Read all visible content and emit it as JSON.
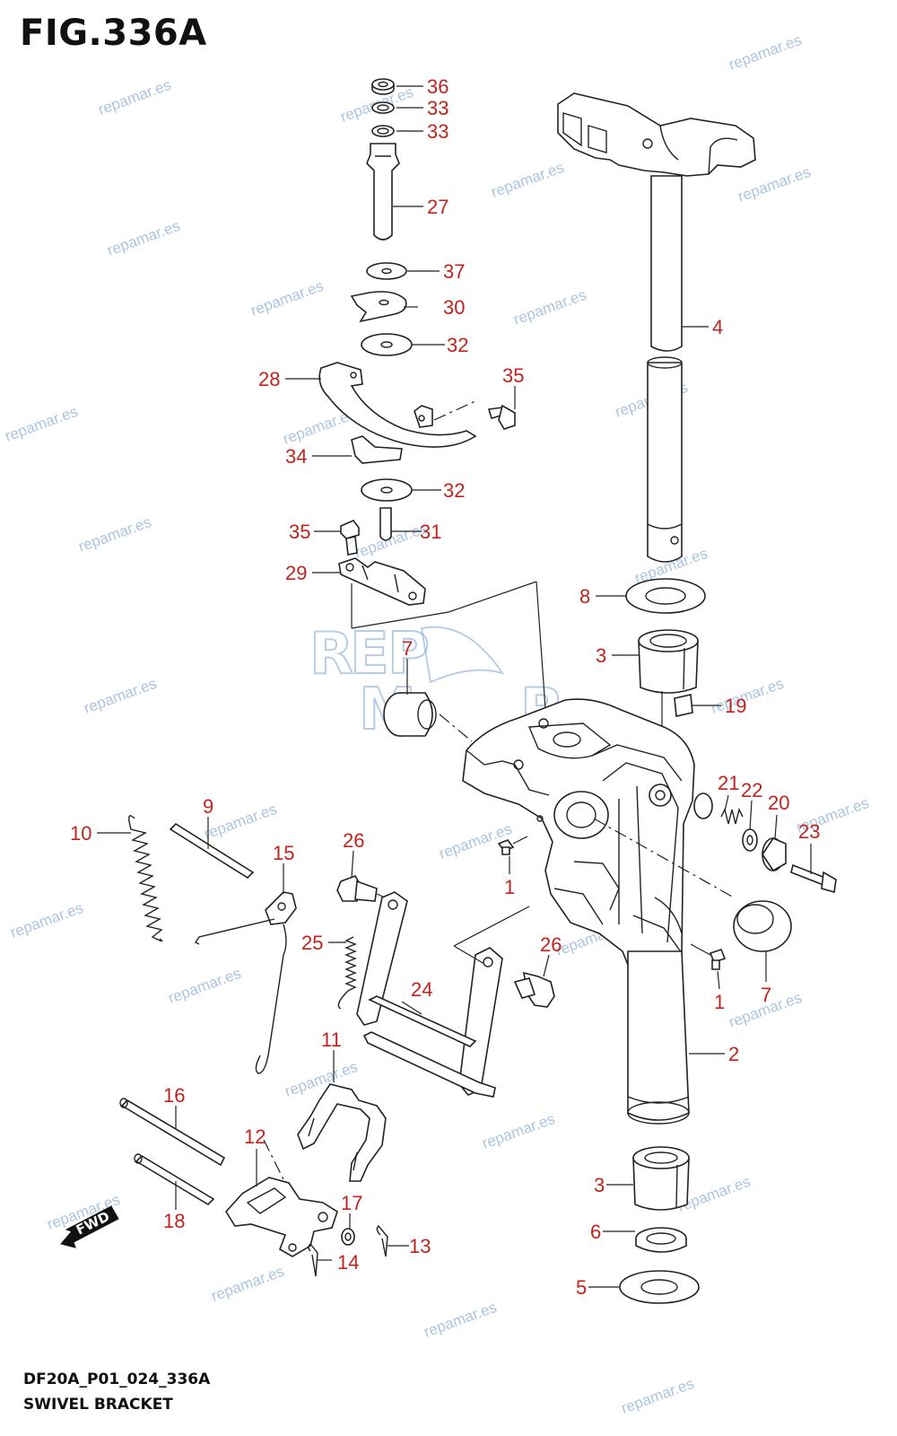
{
  "figure": {
    "title": "FIG.336A",
    "code": "DF20A_P01_024_336A",
    "subtitle": "SWIVEL BRACKET"
  },
  "watermark": {
    "text": "repamar.es",
    "color": "#8fb1d6"
  },
  "fwd_label": "FWD",
  "logo_letters": [
    "R",
    "E",
    "P",
    "M",
    "R"
  ],
  "accent_color": "#c0241e",
  "callouts": [
    "36",
    "33",
    "33",
    "27",
    "37",
    "30",
    "32",
    "28",
    "35",
    "34",
    "32",
    "35",
    "31",
    "29",
    "4",
    "8",
    "3",
    "7",
    "19",
    "21",
    "22",
    "20",
    "23",
    "10",
    "9",
    "15",
    "26",
    "1",
    "25",
    "26",
    "24",
    "1",
    "7",
    "11",
    "2",
    "16",
    "12",
    "17",
    "18",
    "13",
    "14",
    "3",
    "6",
    "5"
  ]
}
